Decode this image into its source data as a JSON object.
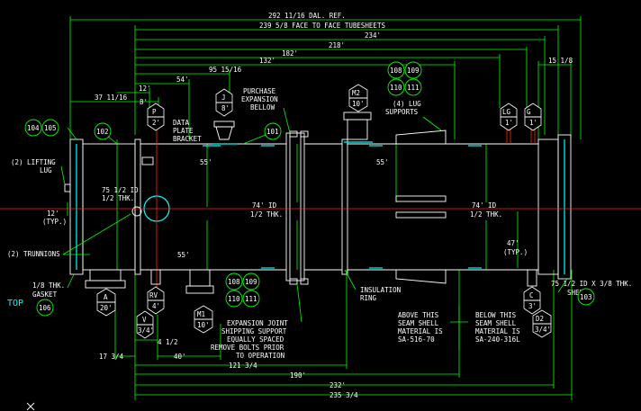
{
  "dimensions": {
    "overall": "292 11/16 DAL. REF.",
    "face_to_face": "239 5/8 FACE TO FACE TUBESHEETS",
    "d234": "234'",
    "d218": "218'",
    "d182": "182'",
    "d132": "132'",
    "d95": "95 15/16",
    "d54": "54'",
    "d37": "37 11/16",
    "d12": "12'",
    "d8": "8'",
    "d15": "15 1/8",
    "d55a": "55'",
    "d55b": "55'",
    "d55c": "55'",
    "id_left": "75 1/2 ID",
    "thk_left": "1/2 THK.",
    "d12typ": "12'",
    "typ": "(TYP.)",
    "id_mid": "74' ID",
    "thk_mid": "1/2 THK.",
    "id_right": "74' ID",
    "thk_right": "1/2 THK.",
    "d47": "47'",
    "typ2": "(TYP.)",
    "d4": "4 1/2",
    "d40": "40'",
    "d17": "17 3/4",
    "d121": "121 3/4",
    "d190": "190'",
    "d232": "232'",
    "d235": "235 3/4"
  },
  "labels": {
    "lifting_lug": "(2) LIFTING",
    "lifting_lug2": "LUG",
    "trunnions": "(2) TRUNNIONS",
    "gasket1": "1/8 THK.",
    "gasket2": "GASKET",
    "top": "TOP",
    "data_plate1": "DATA",
    "data_plate2": "PLATE",
    "data_plate3": "BRACKET",
    "purchase1": "PURCHASE",
    "purchase2": "EXPANSION",
    "purchase3": "BELLOW",
    "lug_supports1": "(4) LUG",
    "lug_supports2": "SUPPORTS",
    "insulation1": "INSULATION",
    "insulation2": "RING",
    "expansion1": "EXPANSION JOINT",
    "expansion2": "SHIPPING SUPPORT",
    "expansion3": "EQUALLY SPACED",
    "expansion4": "REMOVE BOLTS PRIOR",
    "expansion5": "TO OPERATION",
    "above1": "ABOVE THIS",
    "above2": "SEAM SHELL",
    "above3": "MATERIAL IS",
    "above4": "SA-516-70",
    "below1": "BELOW THIS",
    "below2": "SEAM SHELL",
    "below3": "MATERIAL IS",
    "below4": "SA-240-316L",
    "shell1": "75 1/2 ID X 3/8 THK.",
    "shell2": "SHELL"
  },
  "nozzles": {
    "p": {
      "t": "P",
      "b": "2'"
    },
    "j": {
      "t": "J",
      "b": "8'"
    },
    "m2": {
      "t": "M2",
      "b": "10'"
    },
    "lg": {
      "t": "LG",
      "b": "1'"
    },
    "g": {
      "t": "G",
      "b": "1'"
    },
    "a": {
      "t": "A",
      "b": "20'"
    },
    "rv": {
      "t": "RV",
      "b": "4'"
    },
    "v": {
      "t": "V",
      "b": "3/4'"
    },
    "m1": {
      "t": "M1",
      "b": "10'"
    },
    "c": {
      "t": "C",
      "b": "3'"
    },
    "d2": {
      "t": "D2",
      "b": "3/4'"
    }
  },
  "callouts": {
    "c104": "104",
    "c105": "105",
    "c102": "102",
    "c101": "101",
    "c108a": "108",
    "c109a": "109",
    "c110a": "110",
    "c111a": "111",
    "c108b": "108",
    "c109b": "109",
    "c110b": "110",
    "c111b": "111",
    "c106": "106",
    "c103": "103"
  }
}
